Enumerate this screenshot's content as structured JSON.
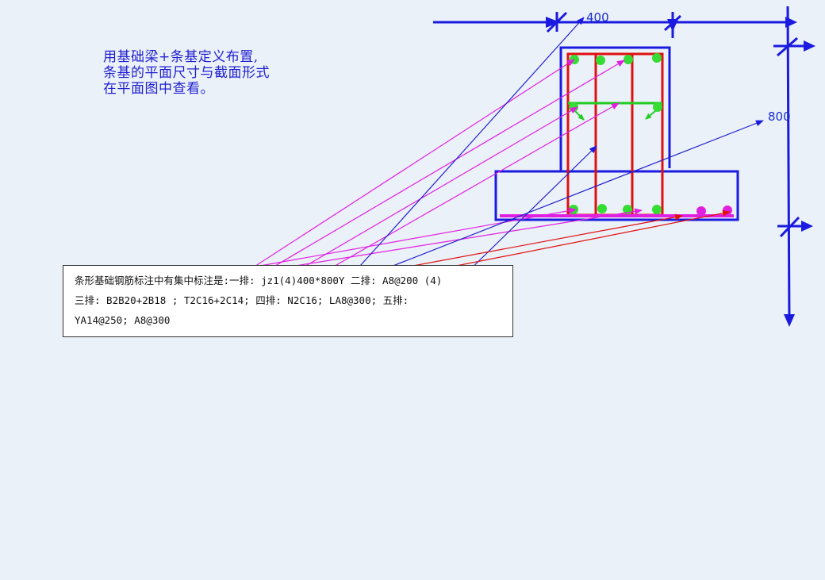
{
  "note": {
    "line1": "用基础梁+条基定义布置,",
    "line2": "条基的平面尺寸与截面形式",
    "line3": "在平面图中查看。"
  },
  "annotation": {
    "line1": "条形基础钢筋标注中有集中标注是:一排: jz1(4)400*800Y 二排:  A8@200 (4)",
    "line2": "三排: B2B20+2B18 ; T2C16+2C14;   四排: N2C16; LA8@300;   五排:",
    "line3": "YA14@250; A8@300"
  },
  "dimensions": {
    "width_label": "400",
    "height_label": "800"
  },
  "colors": {
    "background": "#ebf1f9",
    "outline": "#1a1ae0",
    "rebar": "#e01010",
    "stirrup_tie": "#22cc22",
    "bar_dot": "#33dd33",
    "leader_pink": "#e020e0",
    "leader_blue": "#2020cc",
    "leader_red": "#e01010"
  }
}
